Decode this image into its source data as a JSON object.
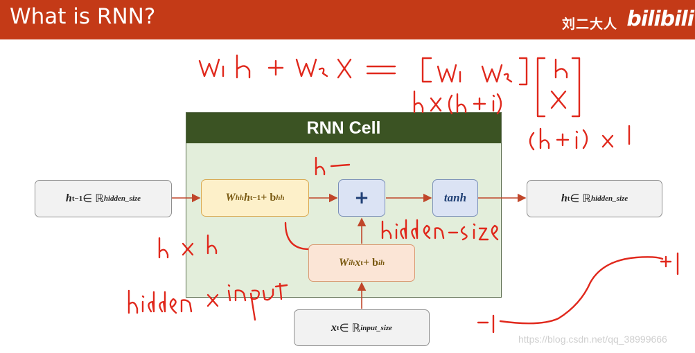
{
  "header": {
    "title": "What is RNN?",
    "brand": "刘二大人",
    "logo": "bilibili"
  },
  "cell": {
    "title": "RNN Cell"
  },
  "nodes": {
    "h_prev": {
      "var": "h",
      "sub": "t−1",
      "in": " ∈ ℝ",
      "sup": "hidden_size"
    },
    "whh": {
      "w": "W",
      "wsub": "hh",
      "var": "h",
      "sub": "t−1",
      "rest": " + b",
      "rsub": "hh"
    },
    "plus": "+",
    "tanh": "tanh",
    "h_out": {
      "var": "h",
      "sub": "t",
      "in": " ∈ ℝ",
      "sup": "hidden_size"
    },
    "wih": {
      "w": "W",
      "wsub": "ih",
      "var": "x",
      "sub": "t",
      "rest": " + b",
      "rsub": "ih"
    },
    "x_in": {
      "var": "x",
      "sub": "t",
      "in": " ∈ ℝ",
      "sup": "input_size"
    }
  },
  "watermark": "https://blog.csdn.net/qq_38999666",
  "colors": {
    "header": "#c43a17",
    "cell_header": "#3b5323",
    "cell_body": "#e3eedb",
    "arrow": "#c0462a",
    "ink": "#e0281c"
  }
}
